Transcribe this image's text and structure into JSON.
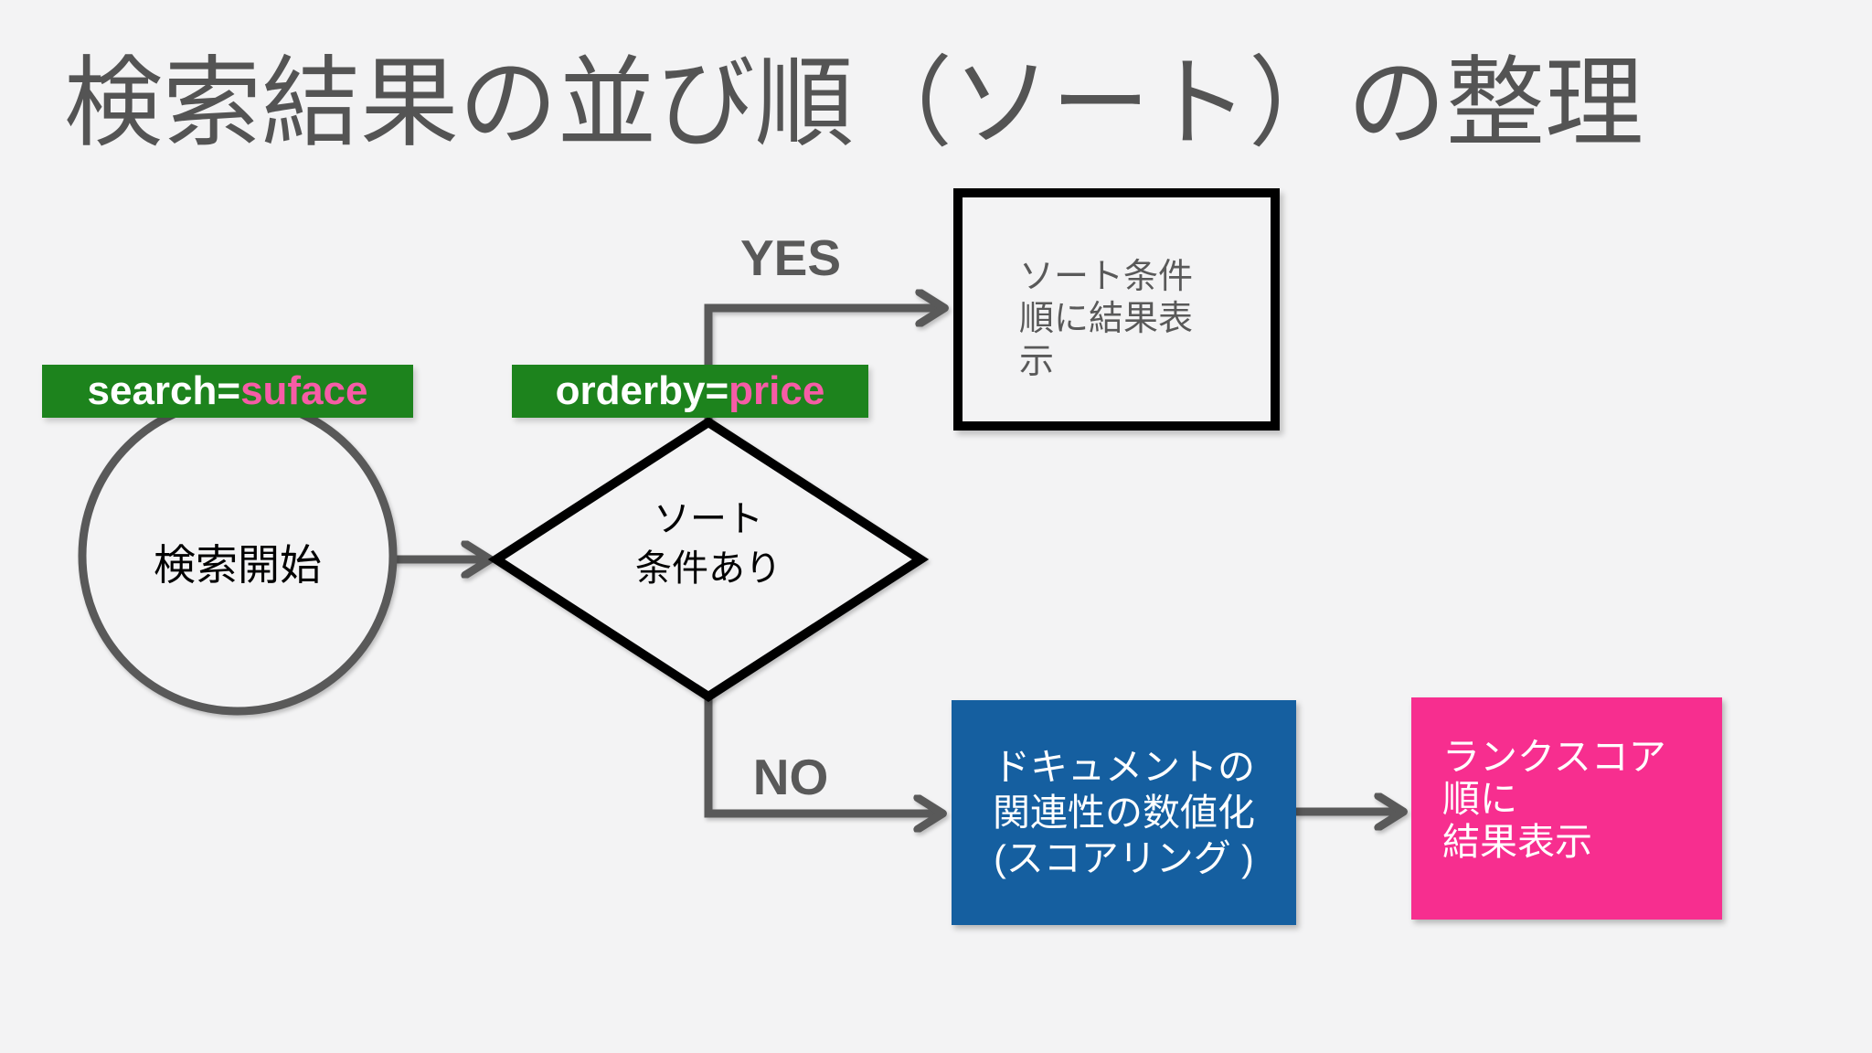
{
  "slide": {
    "title": "検索結果の並び順（ソート）の整理",
    "background_color": "#F3F3F4",
    "title_color": "#545454"
  },
  "params": {
    "search": {
      "key": "search=",
      "value": "suface"
    },
    "orderby": {
      "key": "orderby=",
      "value": "price"
    },
    "background_color": "#1D831D",
    "key_color": "#FFFFFF",
    "value_color": "#F65CA6"
  },
  "flowchart": {
    "start": {
      "label": "検索開始",
      "shape": "circle",
      "stroke_color": "#595959"
    },
    "decision": {
      "label": "ソート\n条件あり",
      "shape": "diamond",
      "stroke_color": "#000000"
    },
    "yes_branch": {
      "label": "YES",
      "color": "#595959"
    },
    "no_branch": {
      "label": "NO",
      "color": "#595959"
    },
    "sorted_box": {
      "label": "ソート条件\n順に結果表\n示",
      "text_color": "#595959",
      "border_color": "#000000"
    },
    "scoring_box": {
      "label": "ドキュメントの\n関連性の数値化\n(スコアリング )",
      "background_color": "#155FA0",
      "text_color": "#FFFFFF"
    },
    "rank_box": {
      "label": "ランクスコア\n順に\n結果表示",
      "background_color": "#F72E8F",
      "text_color": "#FFFFFF"
    },
    "arrow_color": "#595959"
  }
}
